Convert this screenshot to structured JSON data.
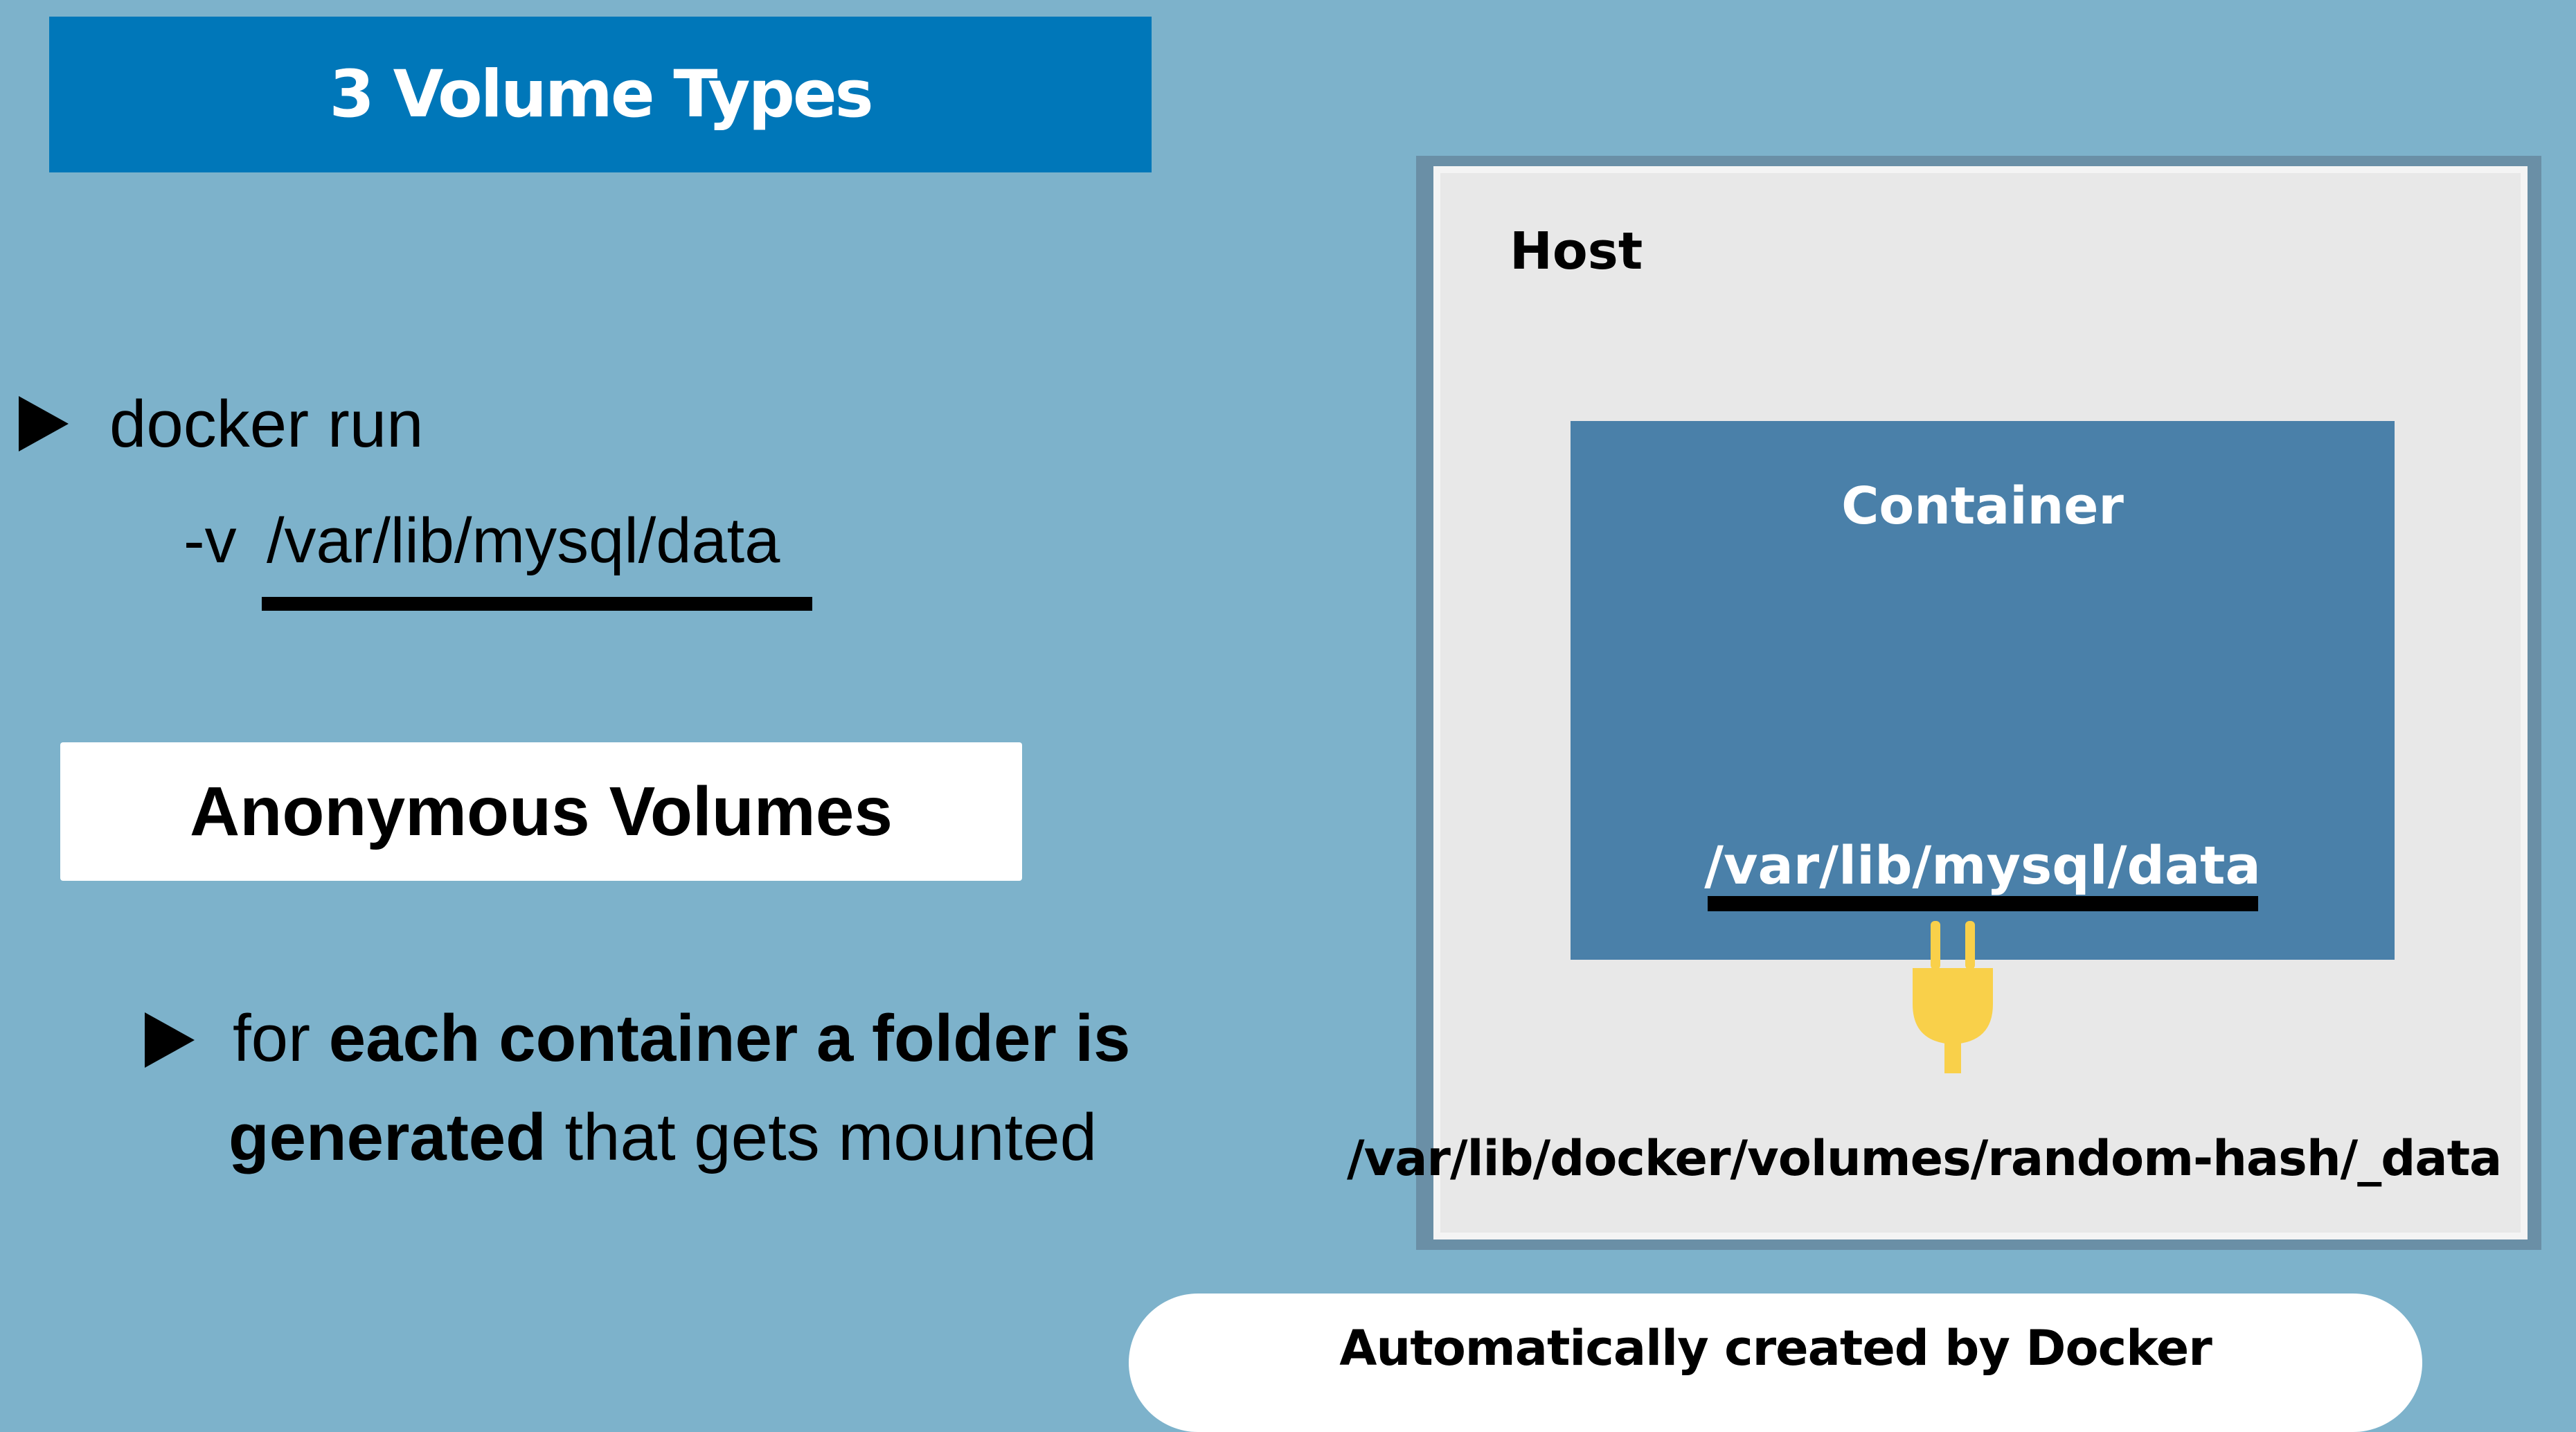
{
  "slide": {
    "title": "3 Volume Types",
    "command": {
      "line1": "docker run",
      "option": "-v",
      "path": "/var/lib/mysql/data"
    },
    "volume_type": "Anonymous Volumes",
    "description": {
      "part1": "for ",
      "part2_bold": "each container a folder is",
      "part3_bold": "generated",
      "part4": " that gets mounted"
    }
  },
  "diagram": {
    "host_label": "Host",
    "container_label": "Container",
    "container_path": "/var/lib/mysql/data",
    "host_path": "/var/lib/docker/volumes/random-hash/_data",
    "footer": "Automatically created by Docker",
    "plug_icon": "plug-icon",
    "colors": {
      "background": "#7db2cb",
      "title_banner": "#0077b9",
      "host_box": "#e8e8e8",
      "container_box": "#4a80a9",
      "plug": "#f9d04a"
    }
  }
}
